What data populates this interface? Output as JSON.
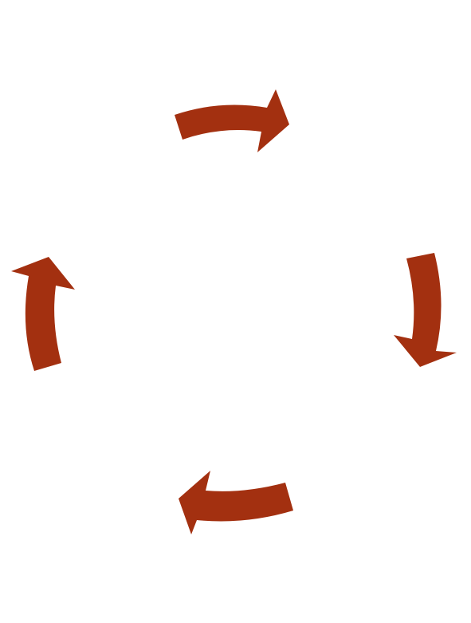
{
  "diagram": {
    "type": "cycle",
    "direction": "clockwise",
    "arrow_count": 4,
    "arrow_color": "#A33010",
    "background_color": "#FFFFFF",
    "arrows": [
      {
        "id": "top",
        "icon": "curved-arrow-right-icon"
      },
      {
        "id": "right",
        "icon": "curved-arrow-down-icon"
      },
      {
        "id": "bottom",
        "icon": "curved-arrow-left-icon"
      },
      {
        "id": "left",
        "icon": "curved-arrow-up-icon"
      }
    ]
  }
}
